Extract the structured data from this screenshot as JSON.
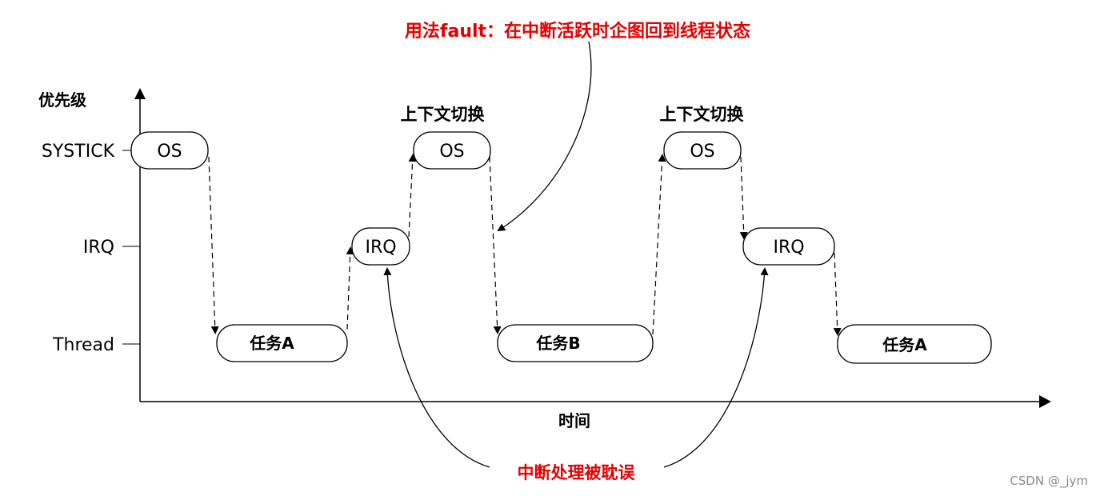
{
  "y_axis_label": "优先级",
  "x_axis_label": "时间",
  "levels": {
    "systick": "SYSTICK",
    "irq": "IRQ",
    "thread": "Thread"
  },
  "boxes": {
    "os_1": "OS",
    "task_a_1": "任务A",
    "irq_1": "IRQ",
    "os_2": "OS",
    "task_b": "任务B",
    "os_3": "OS",
    "irq_2": "IRQ",
    "task_a_2": "任务A"
  },
  "labels": {
    "context_switch_1": "上下文切换",
    "context_switch_2": "上下文切换"
  },
  "annotations": {
    "top": "用法fault：在中断活跃时企图回到线程状态",
    "bottom": "中断处理被耽误"
  },
  "watermark": "CSDN @_jym",
  "colors": {
    "annotation": "#e60000",
    "line": "#000000"
  }
}
